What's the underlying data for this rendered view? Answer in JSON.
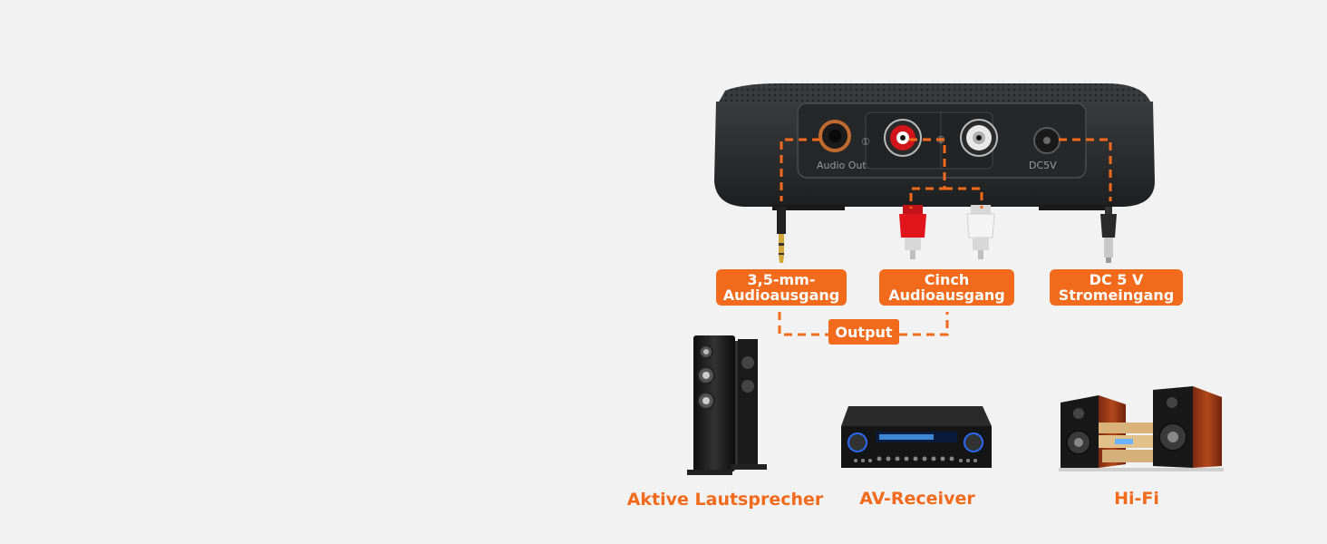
{
  "device": {
    "port_audio_out": "Audio Out",
    "port_dc": "DC5V",
    "port_num_1": "①",
    "port_num_2": "②"
  },
  "connectors": {
    "aux": {
      "line1": "3,5-mm-",
      "line2": "Audioausgang"
    },
    "cinch": {
      "line1": "Cinch",
      "line2": "Audioausgang"
    },
    "dc": {
      "line1": "DC 5 V",
      "line2": "Stromeingang"
    }
  },
  "output_label": "Output",
  "devices": [
    {
      "id": "speakers",
      "label": "Aktive Lautsprecher"
    },
    {
      "id": "receiver",
      "label": "AV-Receiver"
    },
    {
      "id": "hifi",
      "label": "Hi-Fi"
    }
  ],
  "colors": {
    "accent": "#f26a1b",
    "background": "#f2f2f2",
    "device_body": "#2e2f31"
  }
}
